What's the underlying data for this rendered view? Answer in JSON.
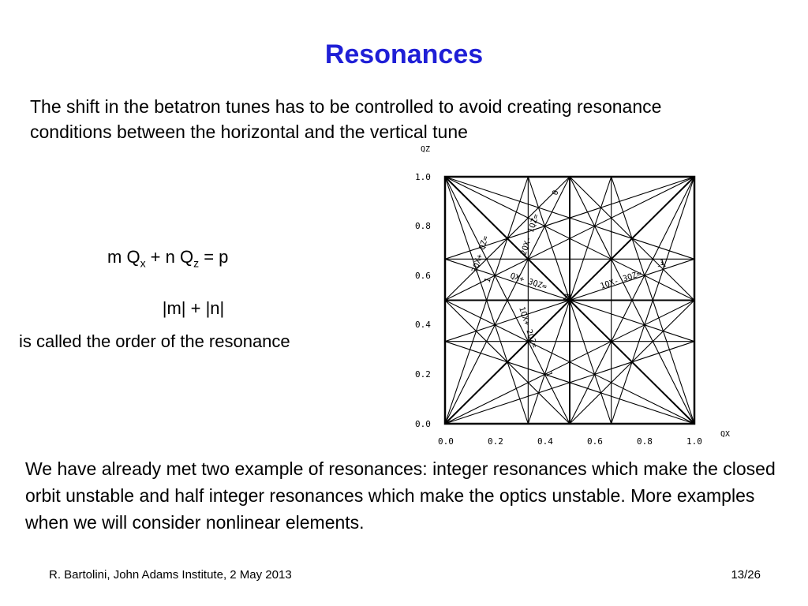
{
  "slide": {
    "title": "Resonances",
    "intro": "The shift in the betatron tunes has to be controlled to avoid creating resonance conditions between the horizontal and the vertical tune",
    "formula": {
      "m": "m Q",
      "sub_x": "x",
      "plus": " + n Q",
      "sub_z": "z",
      "rhs": " = p"
    },
    "order_expr": "|m| + |n|",
    "order_text": "is called the order of the resonance",
    "outro": "We have already met two example of resonances: integer resonances which make the closed orbit unstable and half integer resonances which make the optics unstable. More examples when we will consider nonlinear elements.",
    "footer_left": "R. Bartolini, John Adams Institute, 2 May 2013",
    "footer_right": "13/26"
  },
  "diagram": {
    "y_axis_label": "QZ",
    "x_axis_label": "QX",
    "y_ticks": [
      "1.0",
      "0.8",
      "0.6",
      "0.4",
      "0.2",
      "0.0"
    ],
    "x_ticks": [
      "0.0",
      "0.2",
      "0.4",
      "0.6",
      "0.8",
      "1.0"
    ],
    "annotations": {
      "a1": "3QX+ QZ=",
      "a2": "2QX- 1QZ=",
      "a3": "0",
      "a4": "1QX- 3QZ=",
      "a5": "-1",
      "a6": "QX+ 3QZ=",
      "a7": "2",
      "a8": "1QX+ 2QZ=",
      "a9": "1",
      "a10": "2",
      "a11": "1",
      "a12": "1"
    },
    "line_color": "#000000"
  }
}
